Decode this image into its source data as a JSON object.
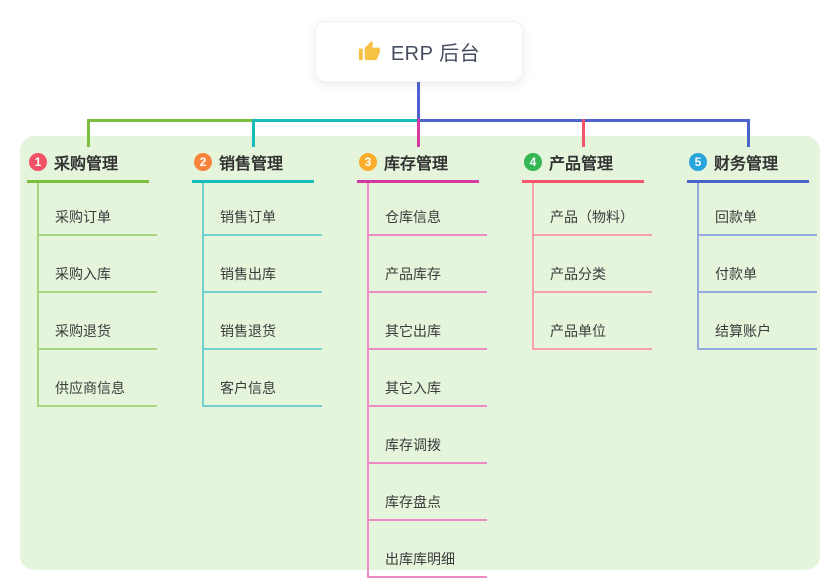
{
  "root": {
    "label": "ERP 后台",
    "icon": "thumbs-up-icon",
    "icon_color": "#F6C244"
  },
  "colors": {
    "canvas_bg": "#FFFFFF",
    "panel_bg": "#E4F5DC",
    "trunk": "#4E63CE",
    "card_bg": "#FFFFFF",
    "header_text": "#333333",
    "item_text": "#3C3C3C"
  },
  "branches": [
    {
      "index": "1",
      "title": "采购管理",
      "circle_color": "#F25166",
      "line_color": "#7CBE3E",
      "light_color": "#A9D57F",
      "items": [
        "采购订单",
        "采购入库",
        "采购退货",
        "供应商信息"
      ]
    },
    {
      "index": "2",
      "title": "销售管理",
      "circle_color": "#F8843C",
      "line_color": "#14BDB8",
      "light_color": "#70D2CE",
      "items": [
        "销售订单",
        "销售出库",
        "销售退货",
        "客户信息"
      ]
    },
    {
      "index": "3",
      "title": "库存管理",
      "circle_color": "#FBAD2B",
      "line_color": "#D43AA0",
      "light_color": "#EE8CC6",
      "items": [
        "仓库信息",
        "产品库存",
        "其它出库",
        "其它入库",
        "库存调拨",
        "库存盘点",
        "出库库明细"
      ]
    },
    {
      "index": "4",
      "title": "产品管理",
      "circle_color": "#34B754",
      "line_color": "#F2566B",
      "light_color": "#F9A1AB",
      "items": [
        "产品（物料）",
        "产品分类",
        "产品单位"
      ]
    },
    {
      "index": "5",
      "title": "财务管理",
      "circle_color": "#29A5DE",
      "line_color": "#4A63C9",
      "light_color": "#95ABE0",
      "items": [
        "回款单",
        "付款单",
        "结算账户"
      ]
    }
  ]
}
